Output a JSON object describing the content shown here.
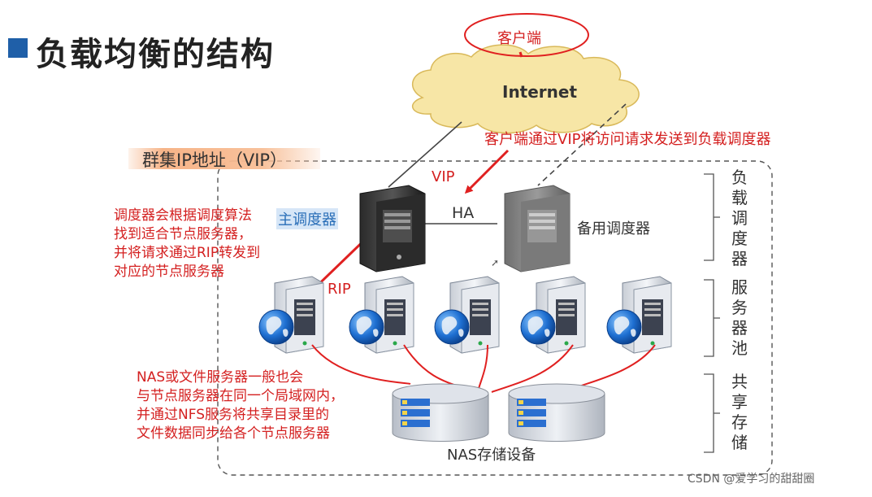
{
  "title": "负载均衡的结构",
  "client_label": "客户端",
  "internet_label": "Internet",
  "vip_area_label": "群集IP地址（VIP）",
  "vip_annotation": "客户端通过VIP将访问请求发送到负载调度器",
  "vip_tag": "VIP",
  "rip_tag": "RIP",
  "scheduler_note": [
    "调度器会根据调度算法",
    "找到适合节点服务器，",
    "并将请求通过RIP转发到",
    "对应的节点服务器"
  ],
  "main_scheduler_label": "主调度器",
  "ha_label": "HA",
  "backup_scheduler_label": "备用调度器",
  "nas_note": [
    "NAS或文件服务器一般也会",
    "与节点服务器在同一个局域网内，",
    "并通过NFS服务将共享目录里的",
    "文件数据同步给各个节点服务器"
  ],
  "nas_label": "NAS存储设备",
  "layer_labels": [
    "负载调度器",
    "服务器池",
    "共享存储"
  ],
  "node_server_count": 5,
  "storage_count": 2,
  "watermark": "CSDN @爱学习的甜甜圈",
  "colors": {
    "accent_red": "#d42020",
    "title_bullet_blue": "#1f5fa8",
    "cloud_fill": "#f7e6a6",
    "vip_band": "#f6b082",
    "label_blue": "#2a6fb8"
  },
  "icons": [
    "cloud-icon",
    "server-tower-icon",
    "globe-icon",
    "storage-disk-icon"
  ]
}
